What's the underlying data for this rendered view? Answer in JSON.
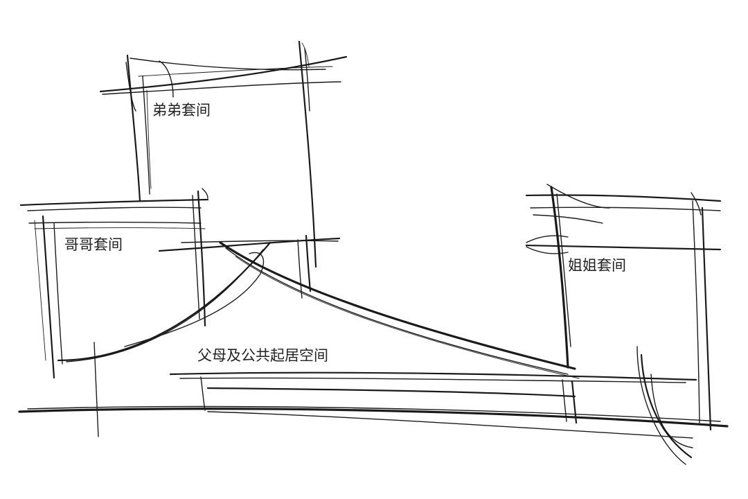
{
  "diagram": {
    "labels": {
      "younger_brother_suite": "弟弟套间",
      "elder_brother_suite": "哥哥套间",
      "sister_suite": "姐姐套间",
      "parents_public_space": "父母及公共起居空间"
    },
    "colors": {
      "background": "#ffffff",
      "ink": "#1a1a1a",
      "label_text": "#222222"
    }
  }
}
